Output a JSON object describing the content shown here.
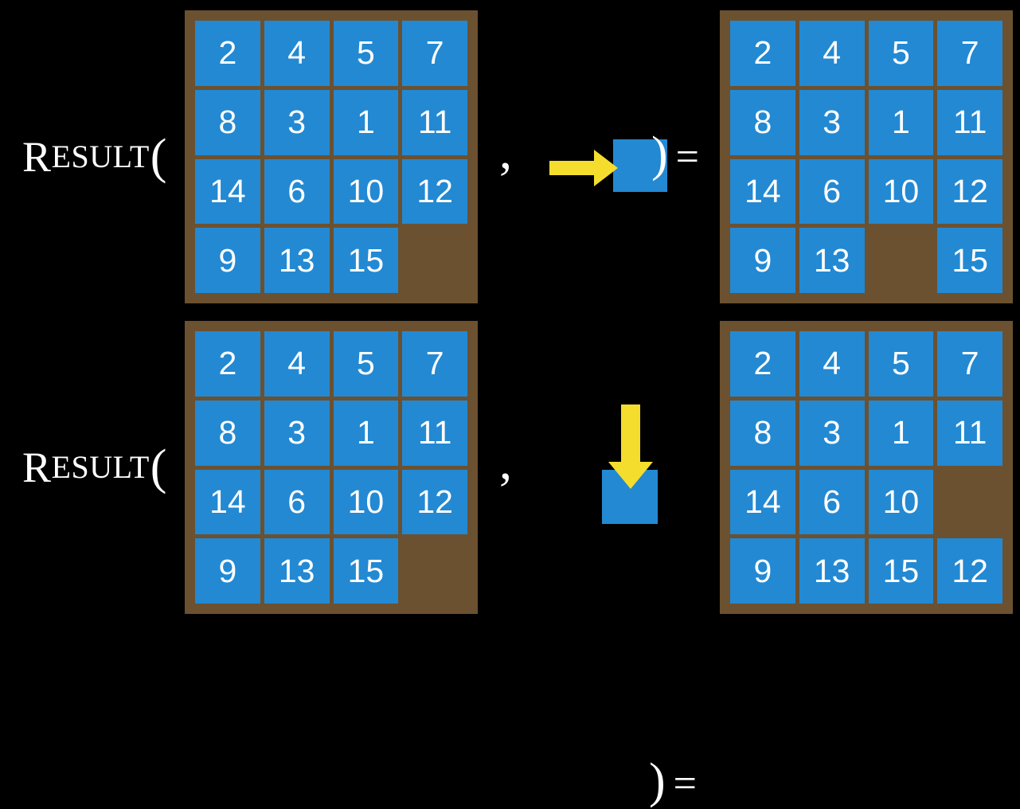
{
  "page": {
    "background_color": "#000000",
    "title": "RESULT function applied to a 15-puzzle state"
  },
  "colors": {
    "tile_blue": "#2389d3",
    "board_brown": "#6b5130",
    "arrow_yellow": "#f5dd2e",
    "text_white": "#ffffff",
    "background_black": "#000000"
  },
  "label": {
    "first_letter": "R",
    "rest": "ESULT",
    "open_paren": "("
  },
  "operator": {
    "comma": ",",
    "close_paren": ")",
    "equals": "="
  },
  "rows": [
    {
      "id": "row-0",
      "action_name": "move-right",
      "arrow_icon": "arrow-right-icon",
      "input_board": {
        "name": "input-board-row-0",
        "rows": [
          [
            "2",
            "4",
            "5",
            "7"
          ],
          [
            "8",
            "3",
            "1",
            "11"
          ],
          [
            "14",
            "6",
            "10",
            "12"
          ],
          [
            "9",
            "13",
            "15",
            ""
          ]
        ]
      },
      "output_board": {
        "name": "output-board-row-0",
        "rows": [
          [
            "2",
            "4",
            "5",
            "7"
          ],
          [
            "8",
            "3",
            "1",
            "11"
          ],
          [
            "14",
            "6",
            "10",
            "12"
          ],
          [
            "9",
            "13",
            "",
            "15"
          ]
        ]
      }
    },
    {
      "id": "row-1",
      "action_name": "move-down",
      "arrow_icon": "arrow-down-icon",
      "input_board": {
        "name": "input-board-row-1",
        "rows": [
          [
            "2",
            "4",
            "5",
            "7"
          ],
          [
            "8",
            "3",
            "1",
            "11"
          ],
          [
            "14",
            "6",
            "10",
            "12"
          ],
          [
            "9",
            "13",
            "15",
            ""
          ]
        ]
      },
      "output_board": {
        "name": "output-board-row-1",
        "rows": [
          [
            "2",
            "4",
            "5",
            "7"
          ],
          [
            "8",
            "3",
            "1",
            "11"
          ],
          [
            "14",
            "6",
            "10",
            ""
          ],
          [
            "9",
            "13",
            "15",
            "12"
          ]
        ]
      }
    }
  ]
}
